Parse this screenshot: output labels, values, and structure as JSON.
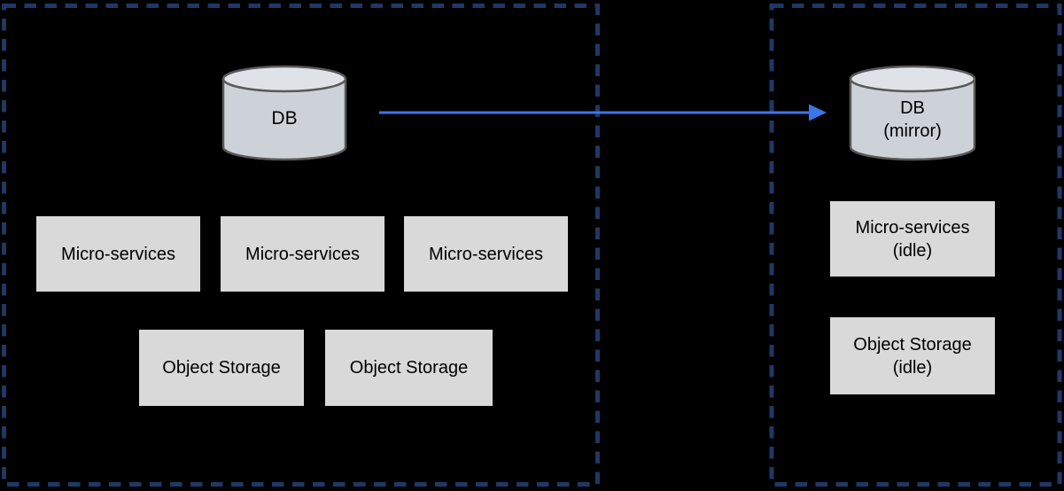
{
  "diagram": {
    "title": "database-mirroring-failover-architecture",
    "colors": {
      "background": "#000000",
      "site_border": "#1f3864",
      "node_fill": "#d9d9d9",
      "node_text": "#000000",
      "cylinder_body_fill": "#ccd2d8",
      "cylinder_top_fill": "#dfe3e7",
      "cylinder_stroke": "#595959",
      "arrow": "#3b76e8"
    }
  },
  "primary_site": {
    "db_label": "DB",
    "microservices": [
      "Micro-services",
      "Micro-services",
      "Micro-services"
    ],
    "object_storage": [
      "Object Storage",
      "Object Storage"
    ]
  },
  "mirror_site": {
    "db_label": "DB\n(mirror)",
    "microservices_label": "Micro-services\n(idle)",
    "object_storage_label": "Object Storage\n(idle)"
  }
}
